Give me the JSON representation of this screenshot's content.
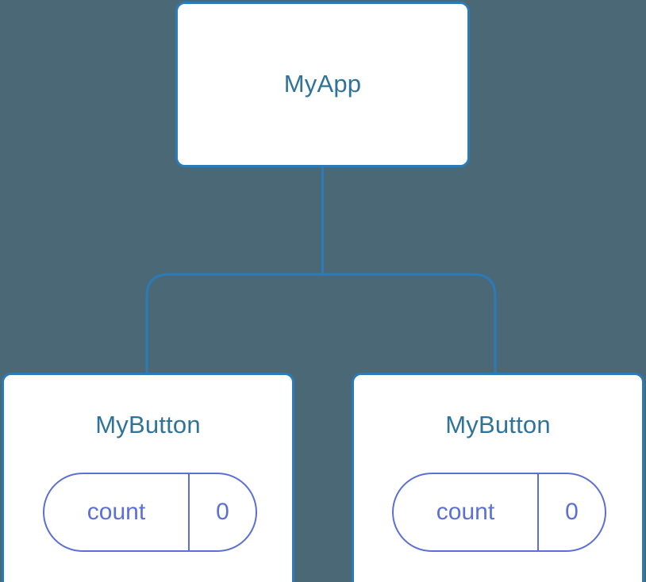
{
  "diagram": {
    "type": "component-tree",
    "background_color": "#4b6877",
    "node_border_color": "#2b7bb9",
    "node_text_color": "#2f7399",
    "connector_color": "#2b7bb9",
    "state_accent_color": "#5b6fd6",
    "root": {
      "name": "root-node",
      "label": "MyApp"
    },
    "children": [
      {
        "name": "child-node-left",
        "label": "MyButton",
        "state": {
          "key": "count",
          "value": "0"
        }
      },
      {
        "name": "child-node-right",
        "label": "MyButton",
        "state": {
          "key": "count",
          "value": "0"
        }
      }
    ]
  }
}
